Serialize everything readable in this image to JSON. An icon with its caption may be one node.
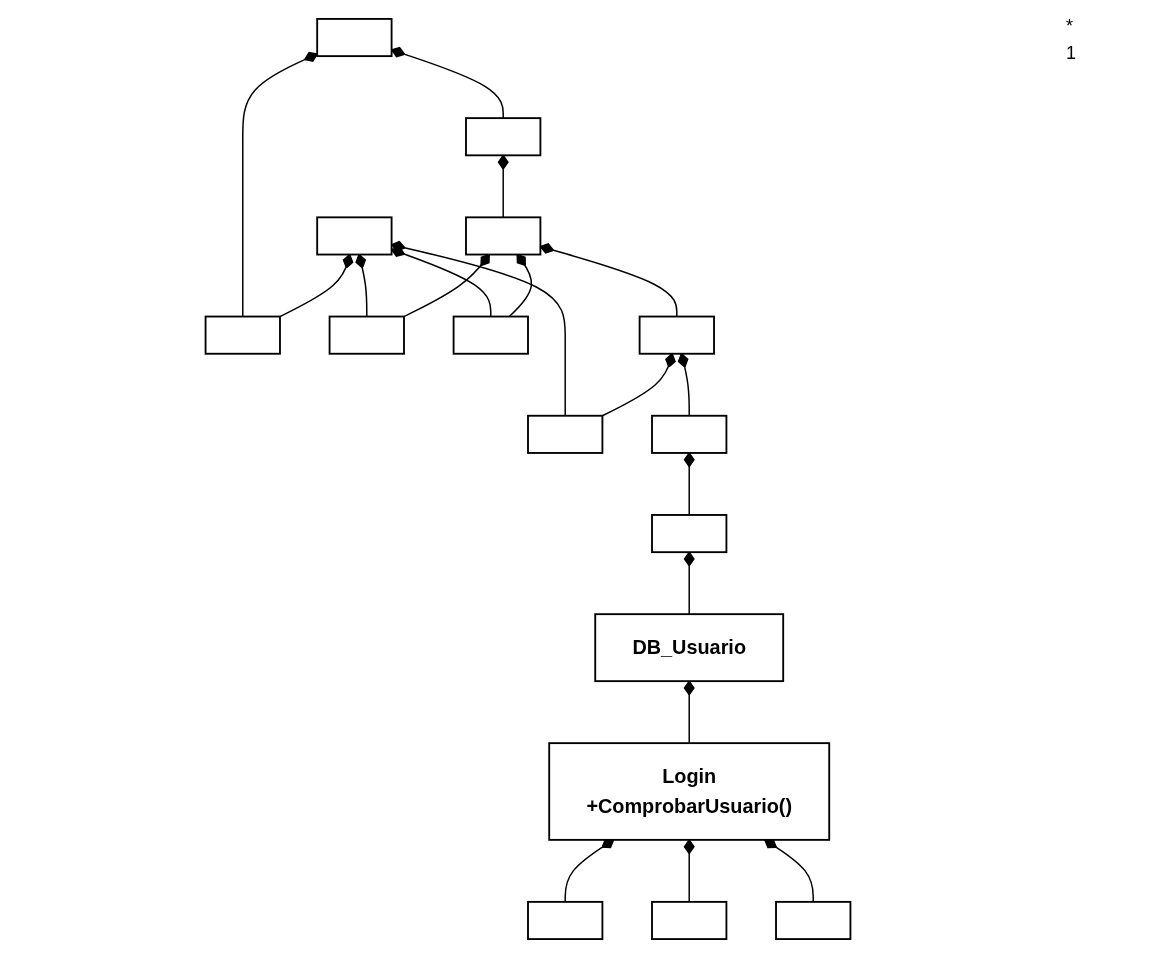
{
  "diagram": {
    "nodes": [
      {
        "text": [],
        "shape": "box"
      },
      {
        "text": [],
        "shape": "box"
      },
      {
        "text": [],
        "shape": "box"
      },
      {
        "text": [],
        "shape": "box"
      },
      {
        "text": [],
        "shape": "box"
      },
      {
        "text": [],
        "shape": "box"
      },
      {
        "text": [],
        "shape": "box"
      },
      {
        "text": [],
        "shape": "box"
      },
      {
        "text": [],
        "shape": "box"
      },
      {
        "text": [],
        "shape": "box"
      },
      {
        "text": [],
        "shape": "box"
      },
      {
        "text": [],
        "shape": "box"
      },
      {
        "text": [],
        "shape": "box"
      },
      {
        "text": [],
        "shape": "box"
      },
      {
        "text": [
          "DB_Usuario"
        ]
      },
      {
        "text": [
          "Login",
          "+ComprobarUsuario()"
        ]
      }
    ],
    "edges": [
      {
        "from": 0,
        "to": 1,
        "arrow": "other"
      },
      {
        "from": 0,
        "to": 2,
        "arrow": "other"
      },
      {
        "from": 3,
        "to": 1,
        "arrow": "other"
      },
      {
        "from": 4,
        "to": 2,
        "arrow": "other"
      },
      {
        "from": 6,
        "to": 2,
        "arrow": "other"
      },
      {
        "from": 5,
        "to": 3,
        "arrow": "other"
      },
      {
        "from": 4,
        "to": 5,
        "arrow": "other"
      },
      {
        "from": 6,
        "to": 5,
        "arrow": "other"
      },
      {
        "from": 7,
        "to": 2,
        "arrow": "other"
      },
      {
        "from": 8,
        "to": 5,
        "arrow": "other"
      },
      {
        "from": 7,
        "to": 8,
        "arrow": "other"
      },
      {
        "from": 9,
        "to": 8,
        "arrow": "other"
      },
      {
        "from": 13,
        "to": 9,
        "arrow": "other"
      },
      {
        "from": 14,
        "to": 13,
        "arrow": "other"
      },
      {
        "from": 15,
        "to": 14,
        "arrow": "other"
      },
      {
        "from": 10,
        "to": 15,
        "arrow": "other"
      },
      {
        "from": 11,
        "to": 15,
        "arrow": "other"
      },
      {
        "from": 12,
        "to": 15,
        "arrow": "other"
      }
    ],
    "labels": [
      "*",
      "1"
    ]
  }
}
